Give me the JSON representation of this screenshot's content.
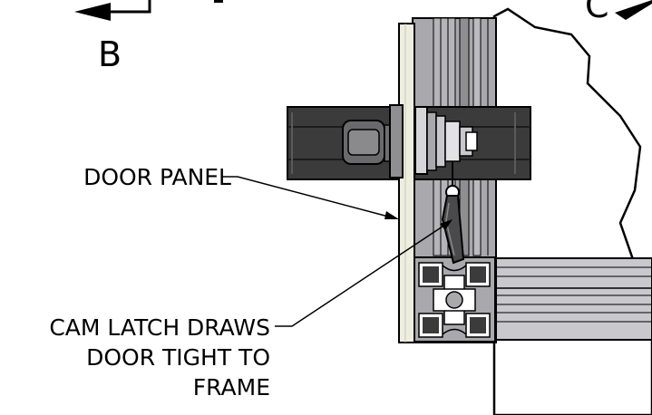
{
  "view_labels": {
    "section_b": "B",
    "section_c": "C"
  },
  "callouts": {
    "door_panel": "DOOR PANEL",
    "cam_latch": {
      "line1": "CAM LATCH DRAWS",
      "line2": "DOOR TIGHT TO",
      "line3": "FRAME"
    }
  },
  "colors": {
    "line": "#000000",
    "extrusion_gray": "#a9a9ad",
    "extrusion_light": "#c9c9cd",
    "panel_cream": "#eeeedf",
    "channel_dark": "#3b3b3b",
    "hardware_gray": "#8f8f92"
  }
}
